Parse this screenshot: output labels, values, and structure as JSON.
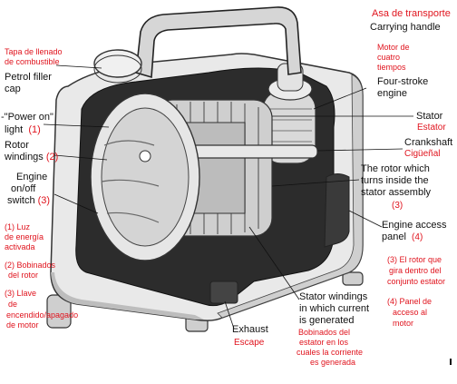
{
  "labels": {
    "carrying_handle_es": "Asa de transporte",
    "carrying_handle_en": "Carrying handle",
    "filler_cap_es_1": "Tapa de llenado",
    "filler_cap_es_2": "de combustible",
    "filler_cap_en_1": "Petrol filler",
    "filler_cap_en_2": "cap",
    "power_light_en_1": "\"Power on\"",
    "power_light_en_2": "light",
    "power_light_num": "(1)",
    "rotor_windings_en_1": "Rotor",
    "rotor_windings_en_2": "windings",
    "rotor_windings_num": "(2)",
    "engine_switch_en_1": "Engine",
    "engine_switch_en_2": "on/off",
    "engine_switch_en_3": "switch",
    "engine_switch_num": "(3)",
    "power_light_es_1": "(1) Luz",
    "power_light_es_2": "de energía",
    "power_light_es_3": "activada",
    "rotor_windings_es": "(2) Bobinados",
    "rotor_windings_es_2": "del rotor",
    "engine_switch_es_1": "(3) Llave",
    "engine_switch_es_2": "de",
    "engine_switch_es_3": "encendido/apagado",
    "engine_switch_es_4": "de motor",
    "four_stroke_es_1": "Motor de",
    "four_stroke_es_2": "cuatro",
    "four_stroke_es_3": "tiempos",
    "four_stroke_en_1": "Four-stroke",
    "four_stroke_en_2": "engine",
    "stator_en": "Stator",
    "stator_es": "Estator",
    "crankshaft_en": "Crankshaft",
    "crankshaft_es": "Cigüeñal",
    "rotor_turns_en_1": "The rotor which",
    "rotor_turns_en_2": "turns inside the",
    "rotor_turns_en_3": "stator assembly",
    "rotor_turns_num": "(3)",
    "access_panel_en_1": "Engine access",
    "access_panel_en_2": "panel",
    "access_panel_num": "(4)",
    "rotor_turns_es_1": "(3) El rotor que",
    "rotor_turns_es_2": "gira dentro del",
    "rotor_turns_es_3": "conjunto estator",
    "access_panel_es_1": "(4) Panel de",
    "access_panel_es_2": "acceso al",
    "access_panel_es_3": "motor",
    "stator_windings_en_1": "Stator windings",
    "stator_windings_en_2": "in which current",
    "stator_windings_en_3": "is generated",
    "stator_windings_es_1": "Bobinados del",
    "stator_windings_es_2": "estator en los",
    "stator_windings_es_3": "cuales la corriente",
    "stator_windings_es_4": "es generada",
    "exhaust_en": "Exhaust",
    "exhaust_es": "Escape"
  },
  "colors": {
    "label_red": "#e0141e",
    "label_dark": "#111111",
    "body_light": "#e9e9e9",
    "body_shade": "#b9b9b9",
    "cavity_dark": "#2c2c2c"
  }
}
